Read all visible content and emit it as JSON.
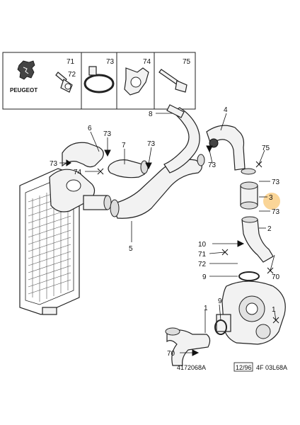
{
  "brand": "PEUGEOT",
  "header_callouts": [
    "71",
    "72",
    "73",
    "74",
    "75"
  ],
  "callouts": {
    "c1_top": "1",
    "c2": "2",
    "c3": "3",
    "c4": "4",
    "c5": "5",
    "c6": "6",
    "c7": "7",
    "c8": "8",
    "c9a": "9",
    "c9b": "9",
    "c10": "10",
    "c70a": "70",
    "c70b": "70",
    "c71": "71",
    "c72": "72",
    "c73a": "73",
    "c73b": "73",
    "c73c": "73",
    "c73d": "73",
    "c73e": "73",
    "c73f": "73",
    "c74": "74",
    "c75": "75",
    "c1_bottom": "1"
  },
  "footer": {
    "ref": "4172068A",
    "date": "12/96",
    "code": "4F 03L68A"
  },
  "highlight_color": "#f5b342"
}
